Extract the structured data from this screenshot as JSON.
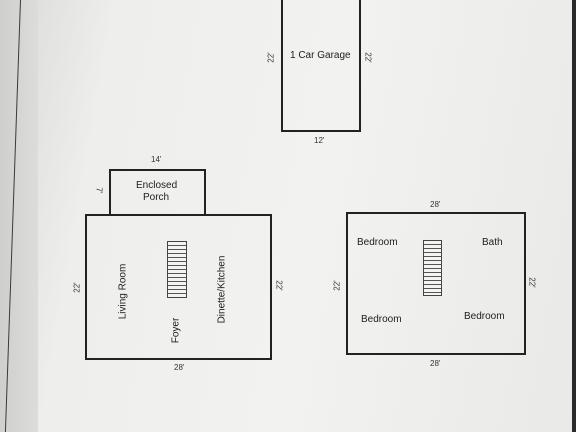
{
  "garage": {
    "label": "1 Car Garage",
    "dim_left": "22'",
    "dim_right": "22'",
    "dim_bottom": "12'"
  },
  "porch": {
    "label_line1": "Enclosed",
    "label_line2": "Porch",
    "dim_top": "14'",
    "dim_left": "7'"
  },
  "first_floor": {
    "dim_left": "22'",
    "dim_right": "22'",
    "dim_bottom": "28'",
    "rooms": {
      "living": "Living Room",
      "foyer": "Foyer",
      "dinette": "Dinette/Kitchen"
    }
  },
  "second_floor": {
    "dim_top": "28'",
    "dim_bottom": "28'",
    "dim_left": "22'",
    "dim_right": "22'",
    "rooms": {
      "bedroom_tl": "Bedroom",
      "bath": "Bath",
      "bedroom_bl": "Bedroom",
      "bedroom_br": "Bedroom"
    }
  }
}
